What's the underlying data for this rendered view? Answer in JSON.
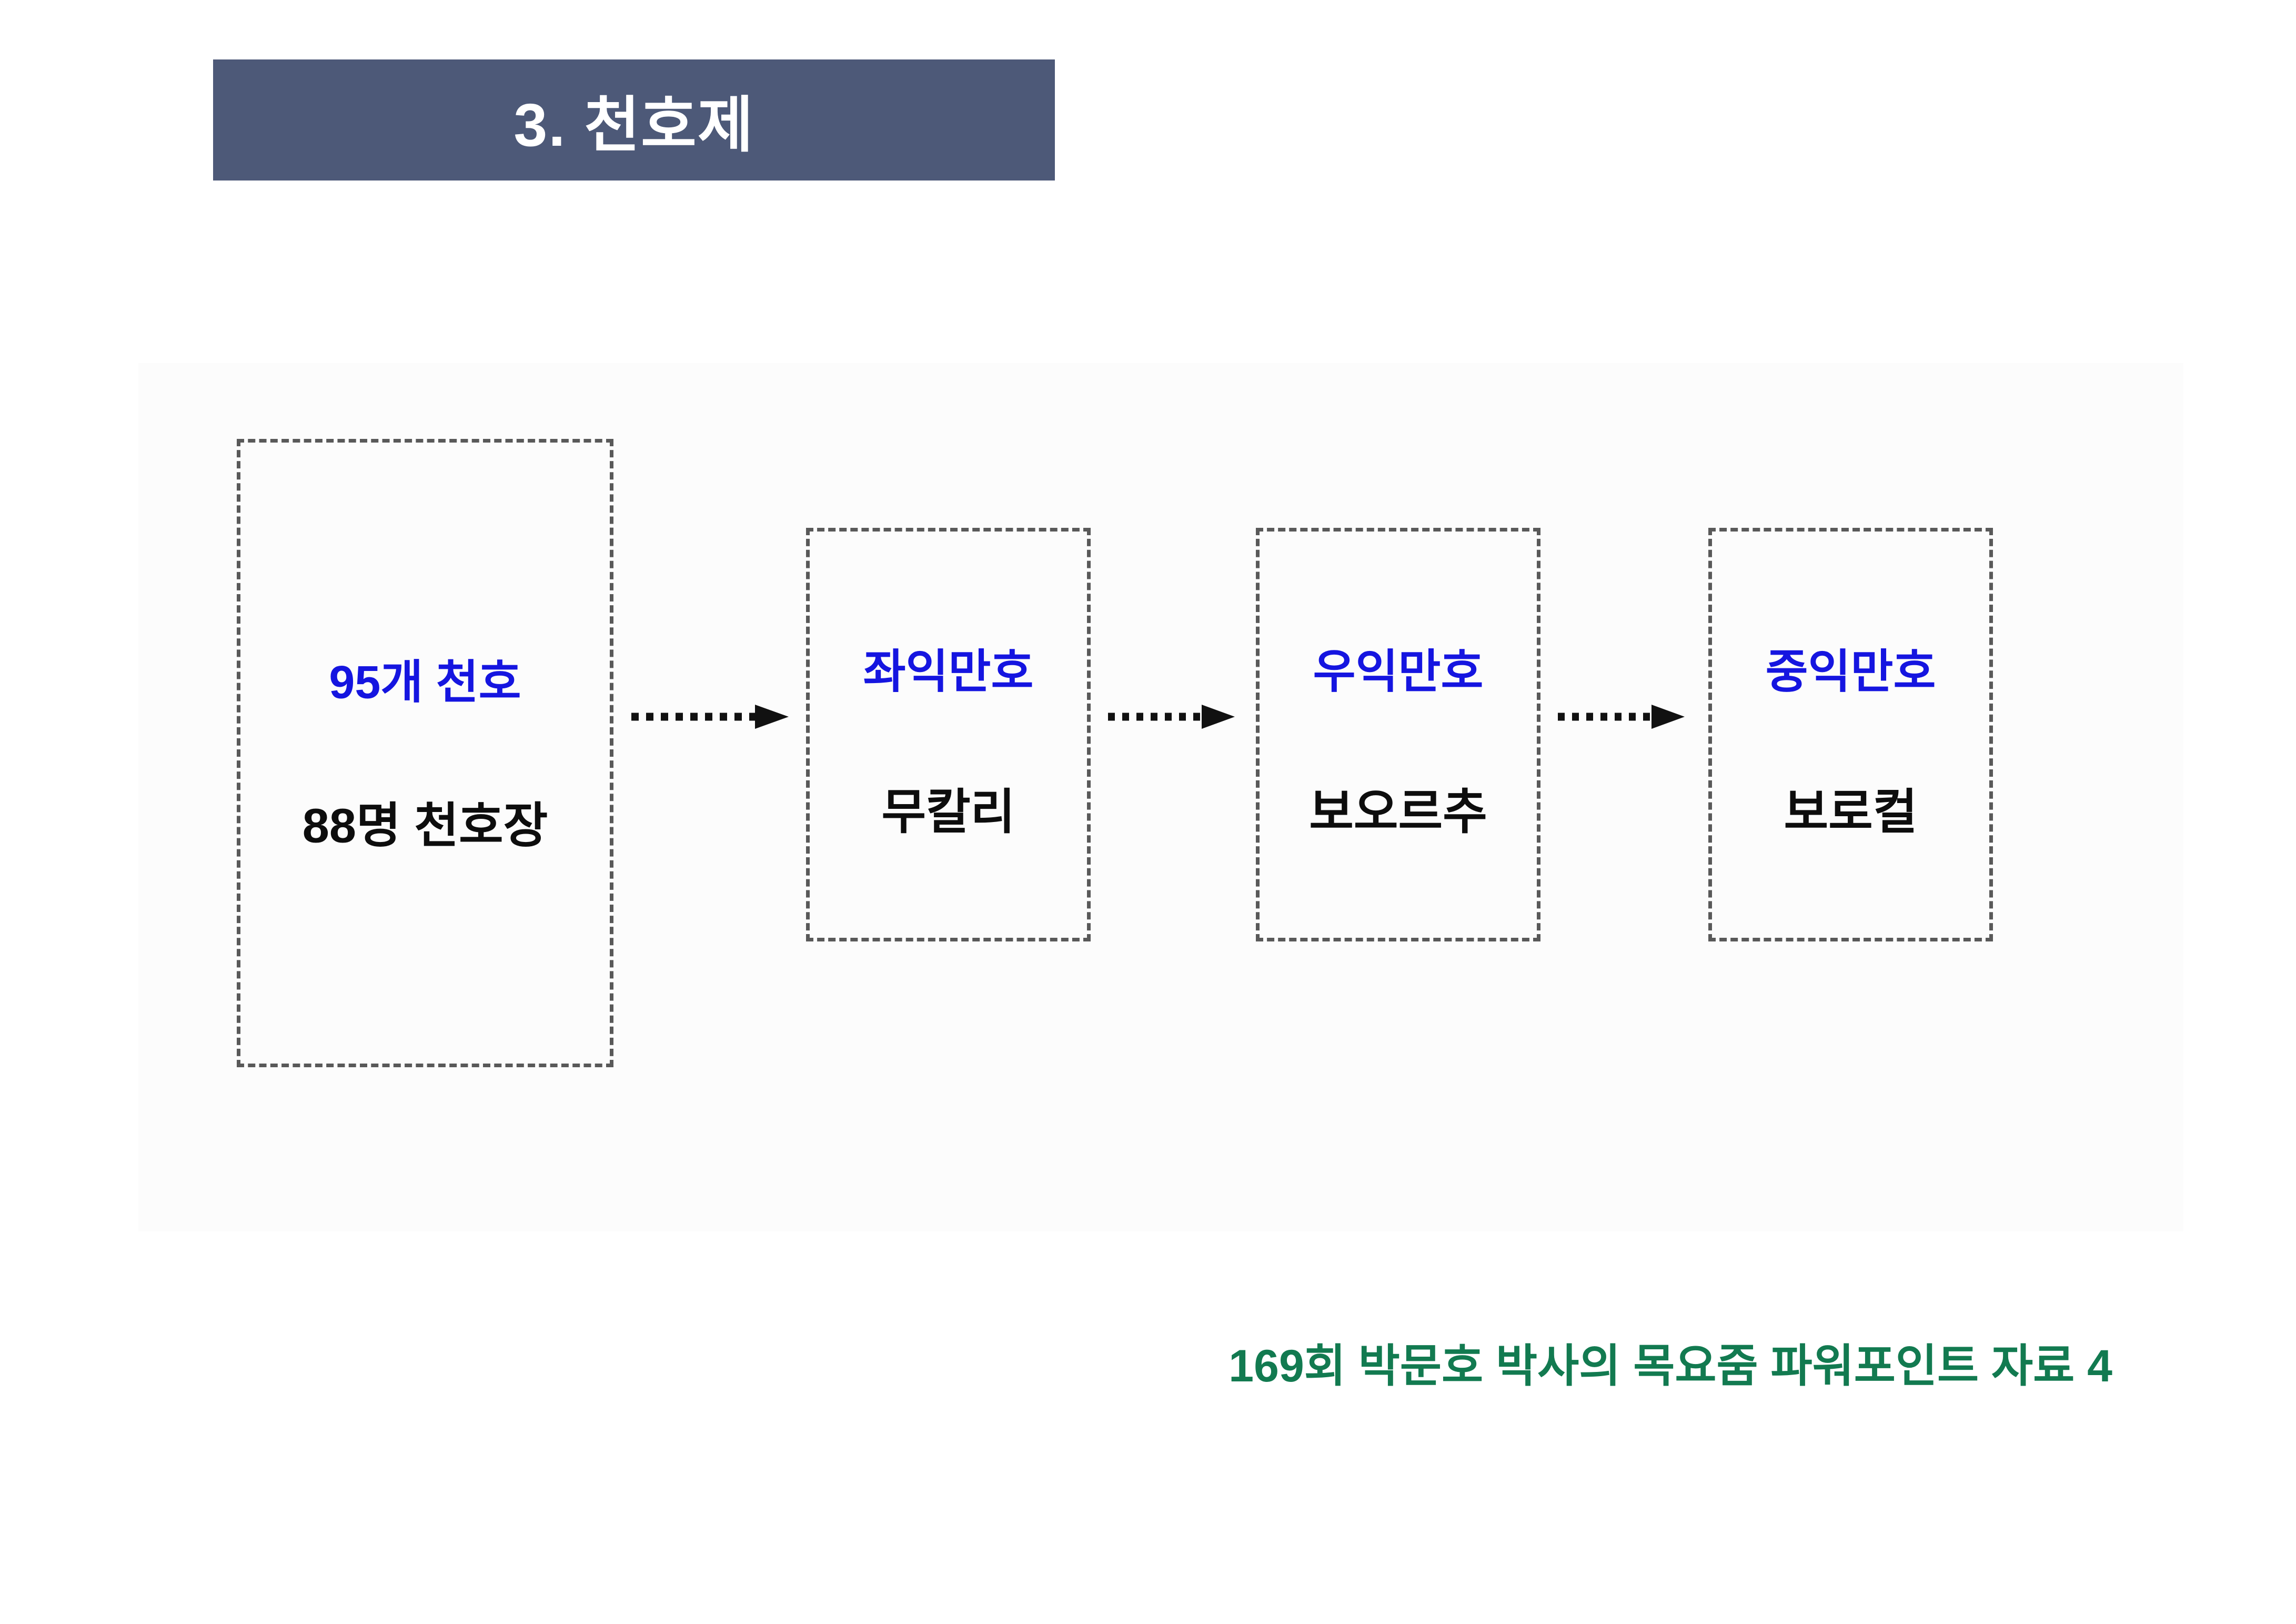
{
  "slide": {
    "title": "3. 천호제",
    "caption": "169회 박문호 박사의 목요줌 파워포인트 자료 4"
  },
  "colors": {
    "title_bar_bg": "#4d5978",
    "title_text": "#ffffff",
    "box_heading_blue": "#1515e0",
    "box_text_black": "#0d0d0d",
    "box_border_gray": "#595959",
    "caption_green": "#127a50",
    "arrow_black": "#111111"
  },
  "diagram": {
    "boxes": [
      {
        "name": "95개 천호",
        "leader": "88명 천호장"
      },
      {
        "name": "좌익만호",
        "leader": "무칼리"
      },
      {
        "name": "우익만호",
        "leader": "보오르추"
      },
      {
        "name": "중익만호",
        "leader": "보로컬"
      }
    ],
    "arrow_count": 3
  }
}
